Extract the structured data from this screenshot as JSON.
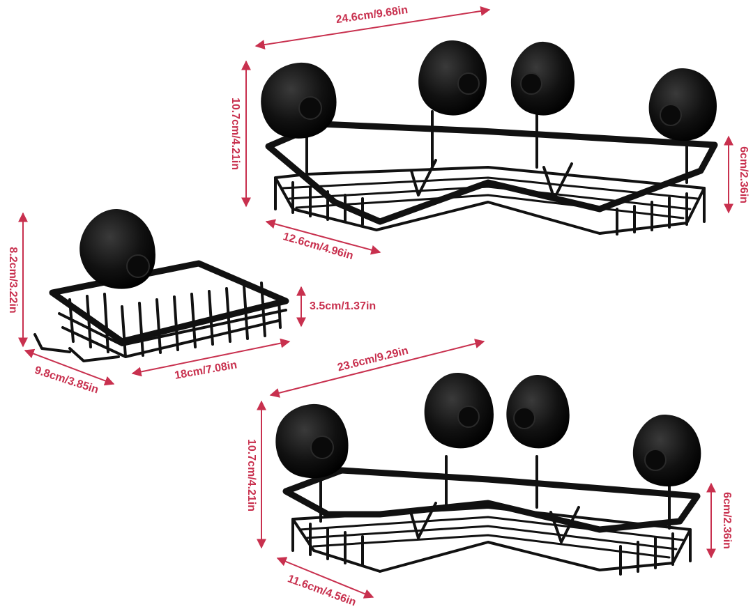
{
  "colors": {
    "dimension": "#c8304e",
    "product": "#111111",
    "background": "#ffffff"
  },
  "icons": {
    "suction_cup": "suction-cup-icon",
    "basket": "wire-basket-icon"
  },
  "top_shelf": {
    "width": "24.6cm/9.68in",
    "height": "10.7cm/4.21in",
    "depth": "12.6cm/4.96in",
    "rail_height": "6cm/2.36in"
  },
  "soap_dish": {
    "height": "8.2cm/3.22in",
    "rail_height": "3.5cm/1.37in",
    "depth": "9.8cm/3.85in",
    "width": "18cm/7.08in"
  },
  "bottom_shelf": {
    "width": "23.6cm/9.29in",
    "height": "10.7cm/4.21in",
    "depth": "11.6cm/4.56in",
    "rail_height": "6cm/2.36in"
  }
}
